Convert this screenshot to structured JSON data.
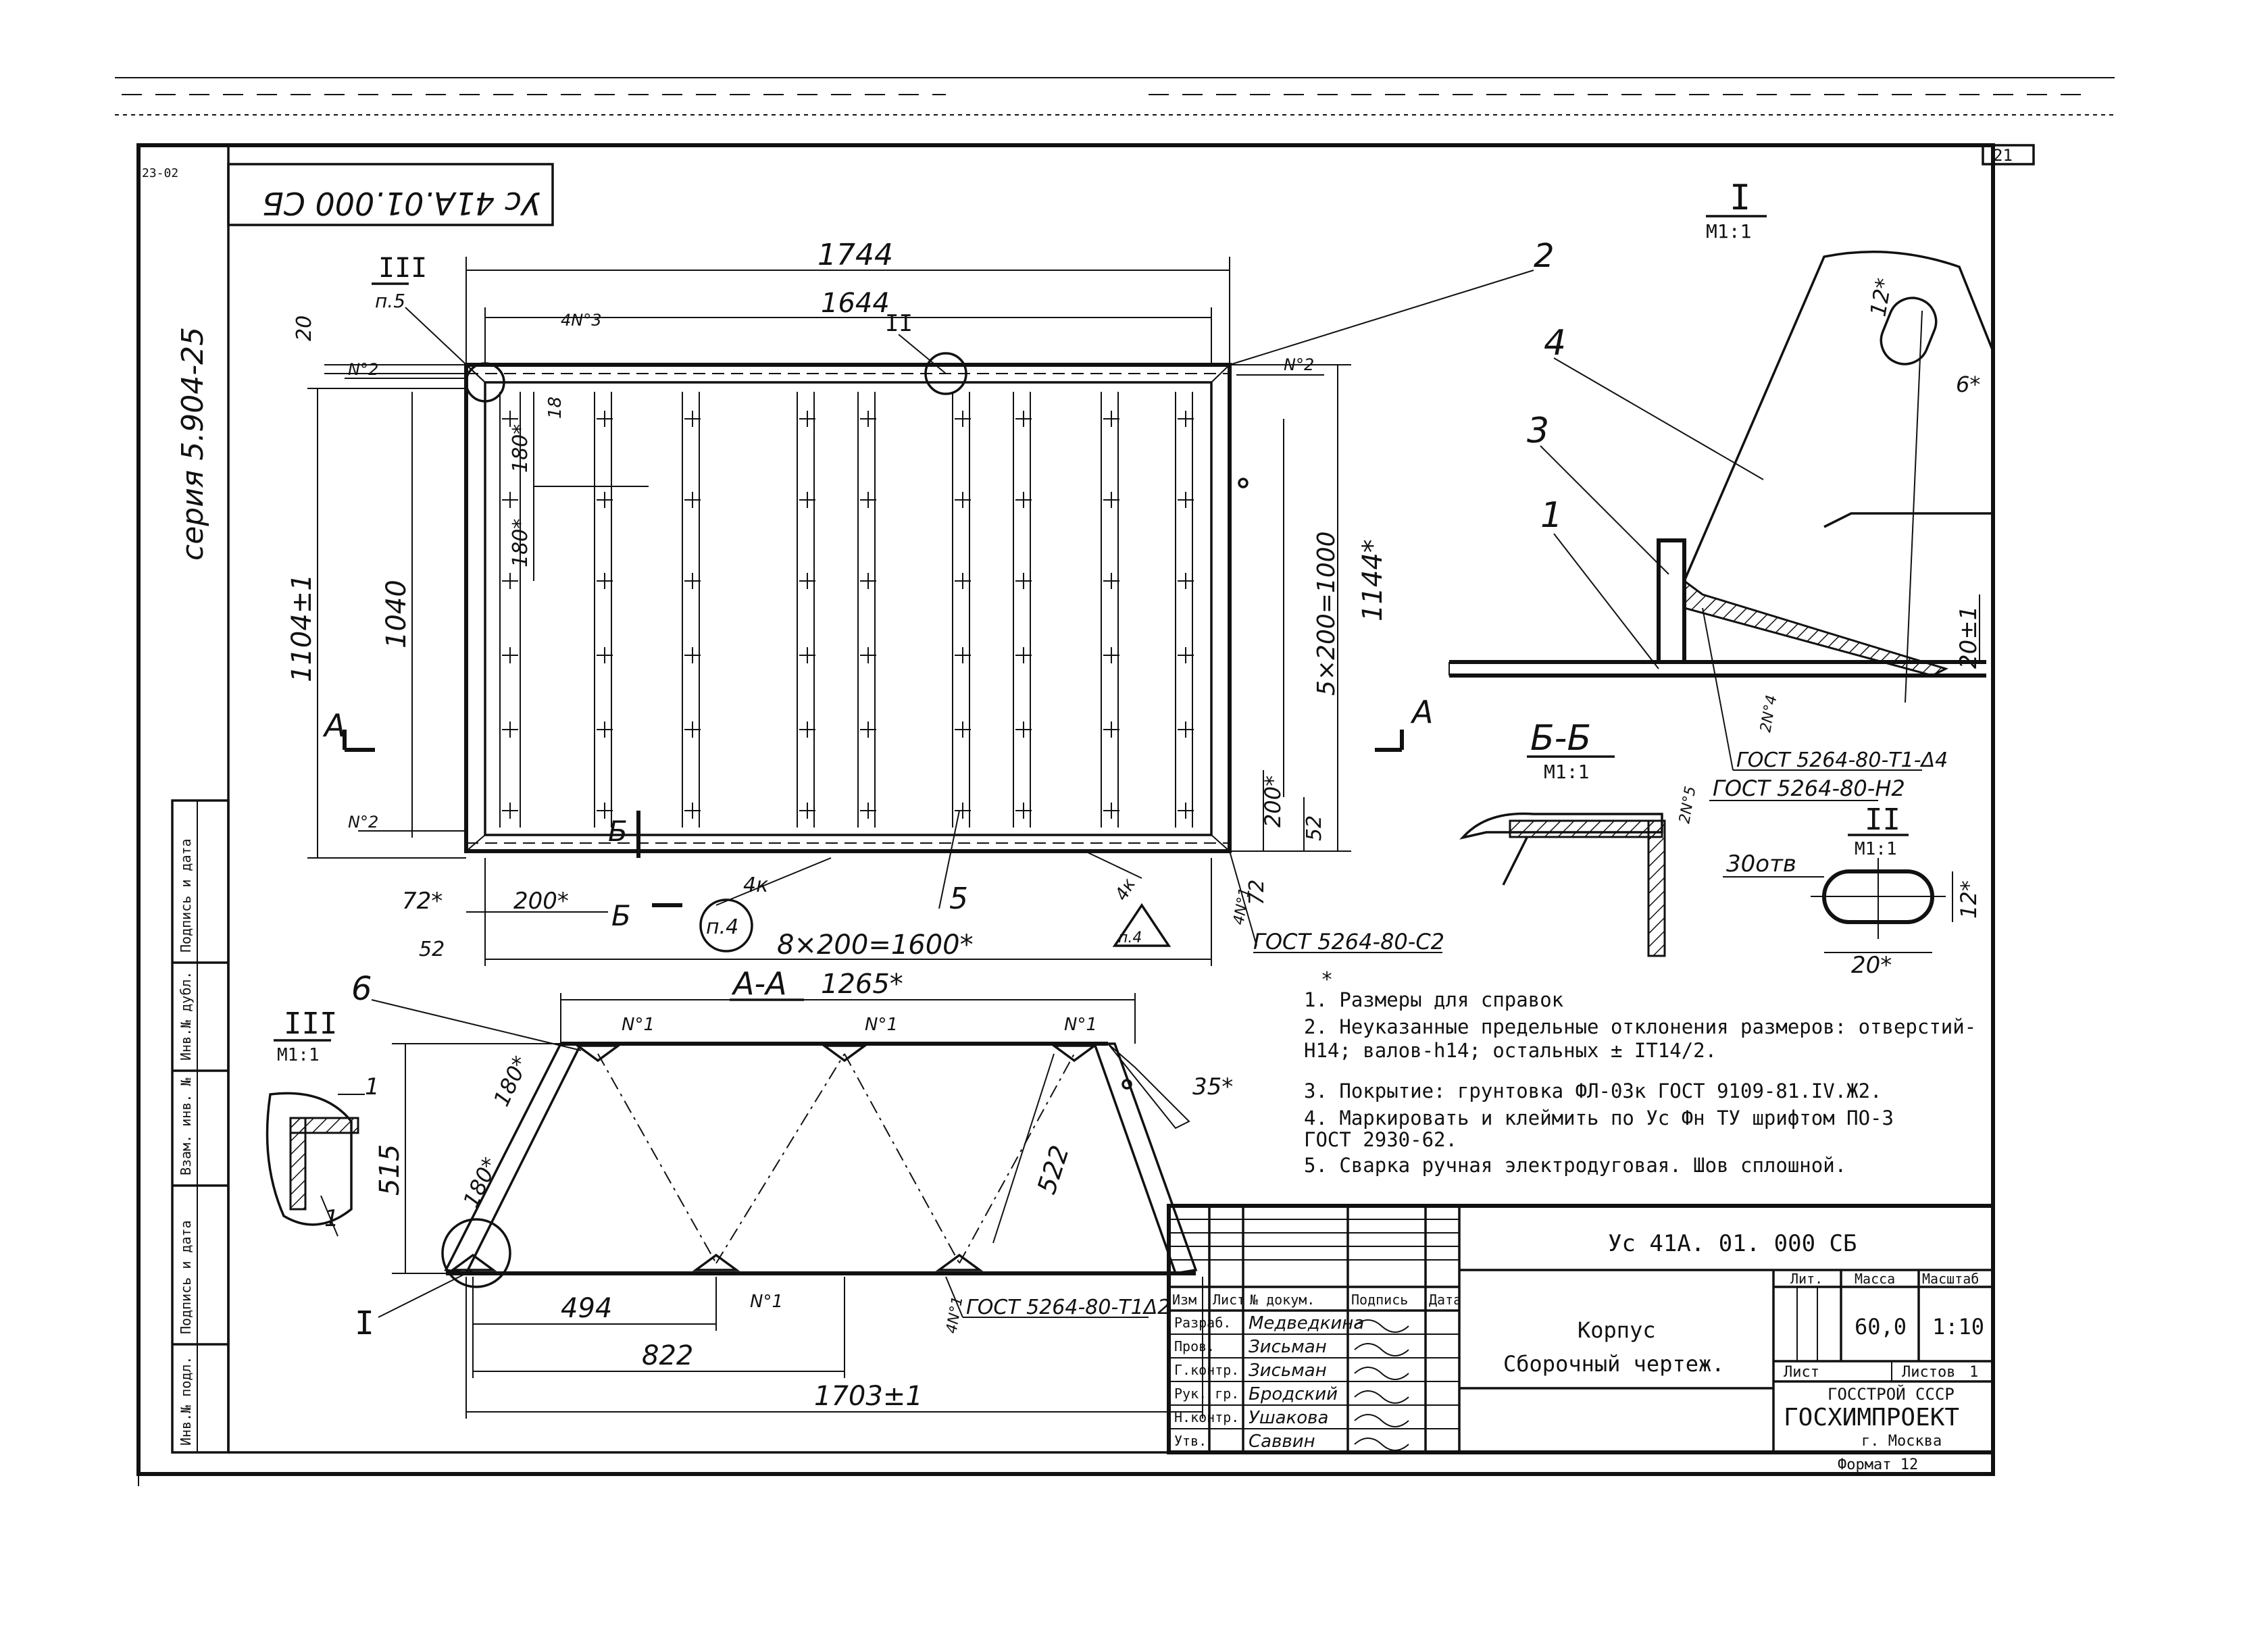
{
  "sheet": {
    "series_vertical": "серия 5.904-25",
    "doc_code_rotated": "Ус 41А.01.000 СБ",
    "corner_sheet_no": "21"
  },
  "left_strip": {
    "cells": [
      "Подпись и дата",
      "Инв.№ дубл.",
      "Взам. инв. №",
      "Подпись и дата",
      "Инв.№ подл."
    ]
  },
  "plan_view": {
    "dims": {
      "overall_width": "1744",
      "inner_width": "1644",
      "height_left": "1104±1",
      "height_inner": "1040",
      "height_right_star": "1144*",
      "pitch_vertical": "5×200=1000",
      "pitch_horizontal": "8×200=1600*",
      "top_offset": "20",
      "d72_left": "72*",
      "d200_left": "200*",
      "d52_left": "52",
      "d200_right": "200*",
      "d52_right": "52",
      "d72_right": "72",
      "d180a": "180*",
      "d180b": "180*",
      "d18": "18"
    },
    "labels": {
      "weld_4n3": "4N°3",
      "n2_tl": "N°2",
      "n2_tr": "N°2",
      "n2_bl": "N°2",
      "note_4k": "4к",
      "note_4kb": "4к",
      "leader_pn4": "п.4",
      "leader_pn4b": "п.4",
      "leader_pn5": "п.5",
      "roman_III": "III",
      "roman_II": "II",
      "callout_2": "2",
      "callout_5": "5",
      "section_A_left": "А",
      "section_A_right": "А",
      "section_B_left": "Б",
      "section_B_right": "Б",
      "gost_c2": "ГОСТ 5264-80-С2",
      "weld_4n1": "4N°1"
    }
  },
  "section_aa": {
    "title": "А-А",
    "dims": {
      "top_width": "1265*",
      "height": "515",
      "slant_a": "180*",
      "slant_b": "180*",
      "slant_len": "522",
      "angle": "35*",
      "bottom_494": "494",
      "bottom_822": "822",
      "bottom_total": "1703±1"
    },
    "labels": {
      "n1_a": "N°1",
      "n1_b": "N°1",
      "n1_c": "N°1",
      "n1_d": "N°1",
      "callout_6": "6",
      "callout_I": "I",
      "weld_4n1b": "4N°1",
      "gost_t1": "ГОСТ 5264-80-Т1Δ2"
    }
  },
  "detail_III": {
    "title": "III",
    "scale": "М1:1",
    "dim_top": "1",
    "dim_bottom": "1"
  },
  "detail_I": {
    "title": "I",
    "scale": "М1:1",
    "callout_1": "1",
    "callout_3": "3",
    "callout_4": "4",
    "dim_12": "12*",
    "dim_6": "6*",
    "dim_20": "20±1",
    "weld_2n4": "2N°4",
    "gost": "ГОСТ 5264-80-Т1-Δ4"
  },
  "section_bb": {
    "title": "Б-Б",
    "scale": "М1:1",
    "gost": "ГОСТ 5264-80-Н2",
    "weld": "2N°5"
  },
  "detail_II": {
    "title": "II",
    "scale": "М1:1",
    "note": "30отв",
    "dim_12": "12*",
    "dim_20": "20*"
  },
  "notes": [
    "1. Размеры для справок",
    "2. Неуказанные предельные отклонения размеров: отверстий-",
    "   Н14; валов-h14; остальных ± IT14/2.",
    "3. Покрытие: грунтовка ФЛ-03к ГОСТ 9109-81.IV.Ж2.",
    "4. Маркировать и клеймить по Ус Фн ТУ шрифтом ПО-3",
    "   ГОСТ 2930-62.",
    "5. Сварка ручная электродуговая. Шов сплошной."
  ],
  "notes_star": "*",
  "title_block": {
    "doc_code": "Ус 41А. 01. 000 СБ",
    "name_line1": "Корпус",
    "name_line2": "Сборочный чертеж.",
    "head_lit": "Лит.",
    "head_mass": "Масса",
    "head_scale": "Масштаб",
    "mass": "60,0",
    "scale": "1:10",
    "sheet_label": "Лист",
    "sheets_label": "Листов",
    "sheets_count": "1",
    "org1": "ГОССТРОЙ СССР",
    "org2": "ГОСХИМПРОЕКТ",
    "city": "г. Москва",
    "format": "Формат 12",
    "col_heads": [
      "Изм",
      "Лист",
      "№ докум.",
      "Подпись",
      "Дата"
    ],
    "staff": [
      {
        "role": "Разраб.",
        "name": "Медведкина"
      },
      {
        "role": "Пров.",
        "name": "Зисьман"
      },
      {
        "role": "Г.контр.",
        "name": "Зисьман"
      },
      {
        "role": "Рук. гр.",
        "name": "Бродский"
      },
      {
        "role": "Н.контр.",
        "name": "Ушакова"
      },
      {
        "role": "Утв.",
        "name": "Саввин"
      }
    ]
  }
}
